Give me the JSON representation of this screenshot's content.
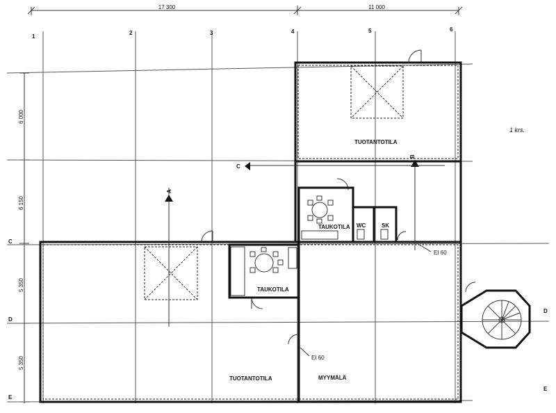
{
  "dimensions": {
    "top_left": "17 300",
    "top_right": "11 000",
    "left_1": "6 000",
    "left_2": "6 150",
    "left_3": "5 350",
    "left_4": "5 350"
  },
  "axes": {
    "columns": [
      "1",
      "2",
      "3",
      "4",
      "5",
      "6"
    ],
    "rows_left": [
      "C",
      "D",
      "E"
    ],
    "rows_right": [
      "D",
      "E"
    ]
  },
  "rooms": {
    "tuotantotila_top": "TUOTANTOTILA",
    "taukotila_upper": "TAUKOTILA",
    "taukotila_lower": "TAUKOTILA",
    "tuotantotila_bottom": "TUOTANTOTILA",
    "myymala": "MYYMÄLÄ",
    "wc": "WC",
    "sk": "SK"
  },
  "section_marks": {
    "a": "A",
    "b": "B",
    "c": "C"
  },
  "fire_ratings": {
    "ei60_right": "EI 60",
    "ei60_lower": "EI 60"
  },
  "note": "1 krs."
}
